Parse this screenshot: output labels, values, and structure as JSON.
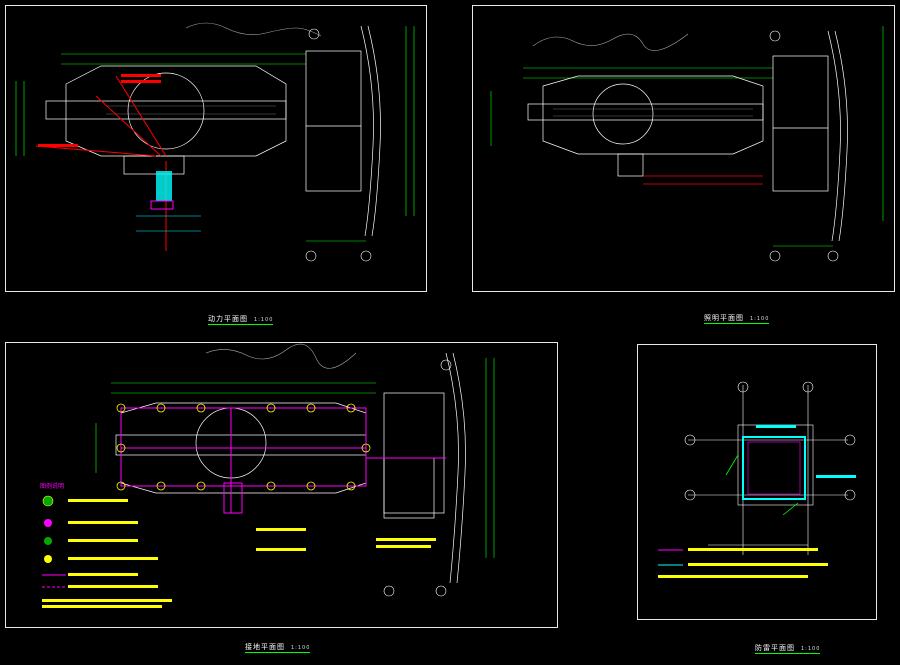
{
  "sheets": [
    {
      "title": "动力平面图",
      "scale": "1:100"
    },
    {
      "title": "照明平面图",
      "scale": "1:100"
    },
    {
      "title": "接地平面图",
      "scale": "1:100"
    },
    {
      "title": "防雷平面图",
      "scale": "1:100"
    }
  ],
  "legend": {
    "heading": "图例说明"
  },
  "colors": {
    "background": "#000000",
    "frame": "#e8e8e8",
    "dimension": "#00ff00",
    "wall": "#ffffff",
    "power": "#ff0000",
    "cable": "#00ffff",
    "grounding": "#ff00ff",
    "annotation": "#ffff00"
  }
}
